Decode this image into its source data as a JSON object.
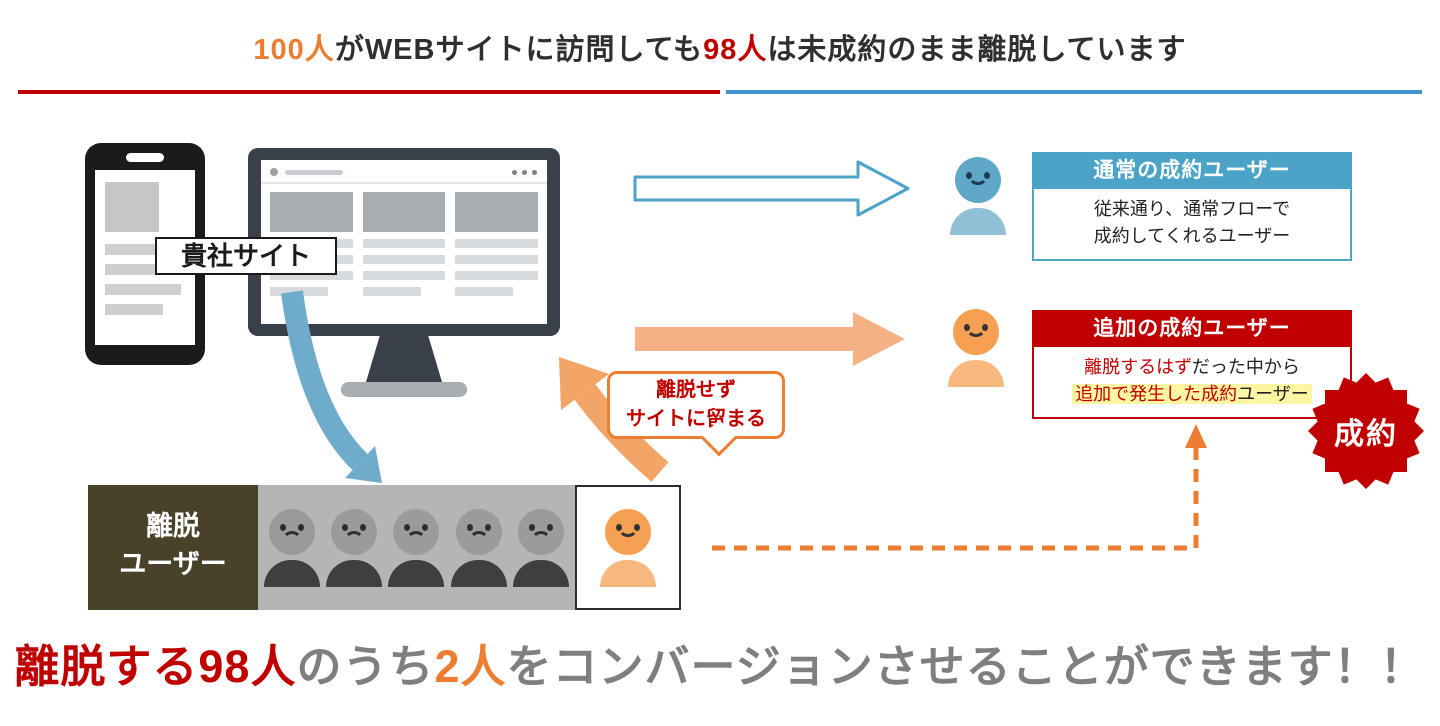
{
  "colors": {
    "orange": "#ED7D31",
    "orange_light": "#F4B183",
    "red": "#C00000",
    "teal": "#4BA3C7",
    "teal_light": "#8FC0D6",
    "dark": "#2F2F2F",
    "gray_text": "#7F7F7F",
    "olive": "#474229",
    "gray_box": "#B5B5B5",
    "yellow_hl": "#FFF6A3",
    "monitor_dark": "#3A4049",
    "blue_line": "#4194D0"
  },
  "title": {
    "segments": [
      {
        "text": "100人",
        "color": "#ED7D31"
      },
      {
        "text": "がWEBサイトに訪問しても",
        "color": "#2F2F2F"
      },
      {
        "text": "98人",
        "color": "#C00000"
      },
      {
        "text": "は未成約のまま離脱しています",
        "color": "#2F2F2F"
      }
    ]
  },
  "site_label": "貴社サイト",
  "normal_user_box": {
    "header": "通常の成約ユーザー",
    "line1": "従来通り、通常フローで",
    "line2": "成約してくれるユーザー"
  },
  "additional_user_box": {
    "header": "追加の成約ユーザー",
    "line1_em": "離脱するはず",
    "line1_rest": "だった中から",
    "line2_em": "追加で発生した成約",
    "line2_rest": "ユーザー"
  },
  "bubble": {
    "line1": "離脱せず",
    "line2": "サイトに留まる"
  },
  "badge_label": "成約",
  "churn_group": {
    "label_line1": "離脱",
    "label_line2": "ユーザー",
    "churn_user_count": 5,
    "converted_user_count": 1
  },
  "bottom_message": {
    "segments": [
      {
        "text": "離脱する98人",
        "color": "#C00000"
      },
      {
        "text": "のうち",
        "color": "#7F7F7F"
      },
      {
        "text": "2人",
        "color": "#ED7D31"
      },
      {
        "text": "をコンバージョンさせることができます！！",
        "color": "#7F7F7F"
      }
    ]
  },
  "icons": {
    "smartphone-icon": "css-phone-shape",
    "monitor-icon": "css-monitor-shape",
    "normal-user-icon": "teal-smiley-person",
    "additional-user-icon": "orange-smiley-person",
    "churn-user-icon": "gray-frowny-person",
    "converted-user-icon": "orange-smiley-person",
    "conversion-badge": "red-starburst",
    "arrow-normal-flow": "outlined-right-arrow",
    "arrow-additional-flow": "solid-right-arrow",
    "arrow-churn-curve": "teal-curved-arrow",
    "arrow-return-curve": "orange-curved-arrow",
    "arrow-dashed-conversion": "orange-dashed-arrow"
  }
}
